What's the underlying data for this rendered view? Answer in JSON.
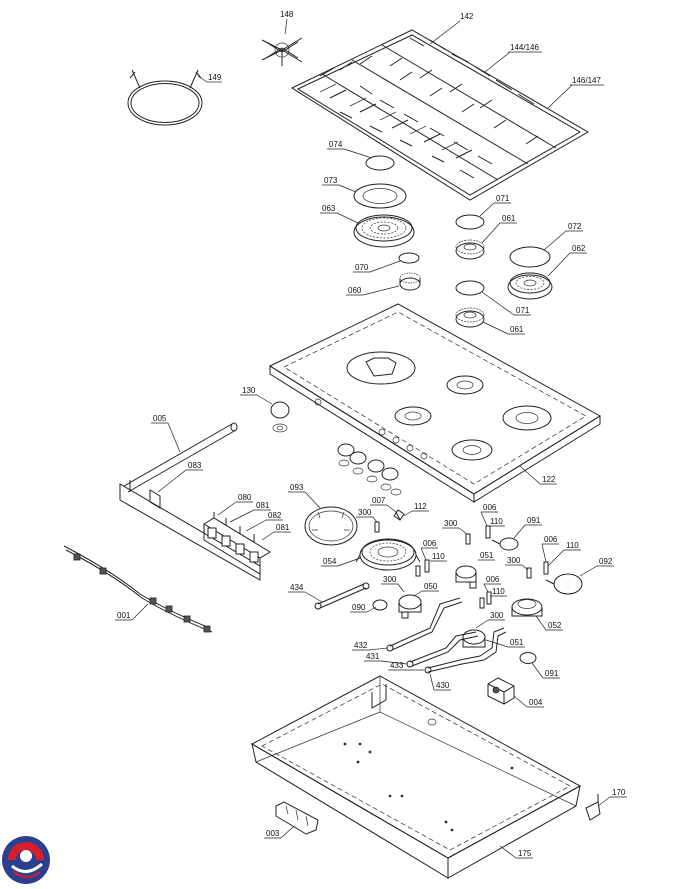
{
  "title": "",
  "labels": {
    "l148": "148",
    "l142": "142",
    "l149": "149",
    "l144_146": "144/146",
    "l146_147": "146/147",
    "l074": "074",
    "l073": "073",
    "l063": "063",
    "l071a": "071",
    "l061a": "061",
    "l072": "072",
    "l062": "062",
    "l070": "070",
    "l060": "060",
    "l071b": "071",
    "l061b": "061",
    "l130": "130",
    "l005": "005",
    "l083": "083",
    "l122": "122",
    "l093": "093",
    "l080": "080",
    "l081a": "081",
    "l082": "082",
    "l081b": "081",
    "l007": "007",
    "l112": "112",
    "l300a": "300",
    "l006a": "006",
    "l300b": "300",
    "l110a": "110",
    "l091a": "091",
    "l054": "054",
    "l006b": "006",
    "l110b": "110",
    "l051a": "051",
    "l006c": "006",
    "l110c": "110",
    "l300c": "300",
    "l092": "092",
    "l434": "434",
    "l300d": "300",
    "l050": "050",
    "l006d": "006",
    "l110d": "110",
    "l001": "001",
    "l090": "090",
    "l300e": "300",
    "l052": "052",
    "l432": "432",
    "l051b": "051",
    "l431": "431",
    "l433": "433",
    "l091b": "091",
    "l430": "430",
    "l004": "004",
    "l170": "170",
    "l003": "003",
    "l175": "175"
  },
  "icons": {
    "brand_logo": "circular-logo-icon"
  },
  "colors": {
    "line": "#222222",
    "logo_red": "#d81e2c",
    "logo_blue": "#2b3f8f"
  }
}
